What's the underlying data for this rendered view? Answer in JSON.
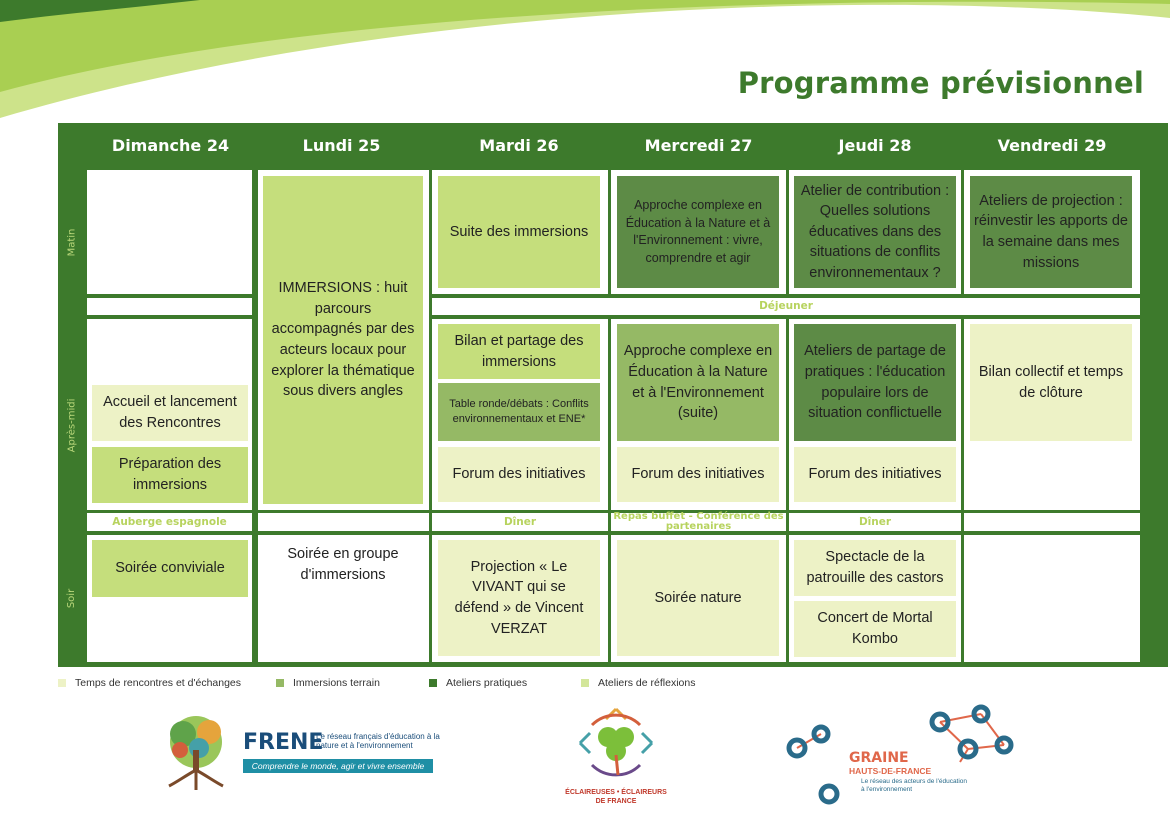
{
  "title": "Programme prévisionnel",
  "days": [
    "Dimanche 24",
    "Lundi 25",
    "Mardi 26",
    "Mercredi 27",
    "Jeudi 28",
    "Vendredi 29"
  ],
  "periods": {
    "morning": "Matin",
    "afternoon": "Après-midi",
    "evening": "Soir"
  },
  "meals": {
    "dejeuner": "Déjeuner",
    "sunday": "Auberge espagnole",
    "tuesday": "Dîner",
    "wednesday": "Repas buffet - Conférence des partenaires",
    "thursday": "Dîner"
  },
  "sessions": {
    "immersions": "IMMERSIONS : huit parcours accompagnés par des acteurs locaux pour explorer la thématique sous divers angles",
    "suite_immersions": "Suite des immersions",
    "approche_matin": "Approche complexe en Éducation à la Nature et à l'Environnement : vivre, comprendre et agir",
    "atelier_contribution": "Atelier de contribution : Quelles solutions éducatives dans des situations de conflits environnementaux ?",
    "ateliers_projection": "Ateliers de projection : réinvestir les apports de la semaine dans mes missions",
    "bilan_partage": "Bilan et partage des immersions",
    "table_ronde": "Table ronde/débats : Conflits environnementaux et ENE*",
    "forum_tue": "Forum des initiatives",
    "approche_suite": "Approche complexe en Éducation à la Nature et à l'Environnement (suite)",
    "forum_wed": "Forum des initiatives",
    "ateliers_partage": "Ateliers de partage de pratiques : l'éducation populaire lors de situation conflictuelle",
    "forum_thu": "Forum des initiatives",
    "bilan_collectif": "Bilan collectif et temps de clôture",
    "accueil": "Accueil et lancement des Rencontres",
    "preparation": "Préparation des immersions",
    "soiree_conviviale": "Soirée conviviale",
    "soiree_groupe": "Soirée en groupe d'immersions",
    "projection": "Projection « Le VIVANT qui se défend » de Vincent VERZAT",
    "soiree_nature": "Soirée nature",
    "spectacle": "Spectacle de la patrouille des castors",
    "concert": "Concert de Mortal Kombo"
  },
  "legend": [
    {
      "label": "Temps de rencontres et d'échanges",
      "color": "#edf2c6"
    },
    {
      "label": "Immersions terrain",
      "color": "#95b965"
    },
    {
      "label": "Ateliers pratiques",
      "color": "#3d7a2c"
    },
    {
      "label": "Ateliers de réflexions",
      "color": "#d3e69a"
    }
  ],
  "logos": {
    "frene_name": "FRENE",
    "frene_tagline": "Le réseau français d'éducation à la nature et à l'environnement",
    "frene_slogan": "Comprendre le monde, agir et vivre ensemble",
    "eedf_line1": "ÉCLAIREUSES • ÉCLAIREURS",
    "eedf_line2": "DE FRANCE",
    "graine_line1": "GRAINE",
    "graine_line2": "HAUTS-DE-FRANCE",
    "graine_tagline": "Le réseau des acteurs de l'éducation à l'environnement"
  },
  "colors": {
    "dark_green": "#3d7a2c",
    "light": "#edf2c6",
    "bright": "#c5de7c",
    "mid": "#95b965",
    "deep": "#5d8b46"
  }
}
